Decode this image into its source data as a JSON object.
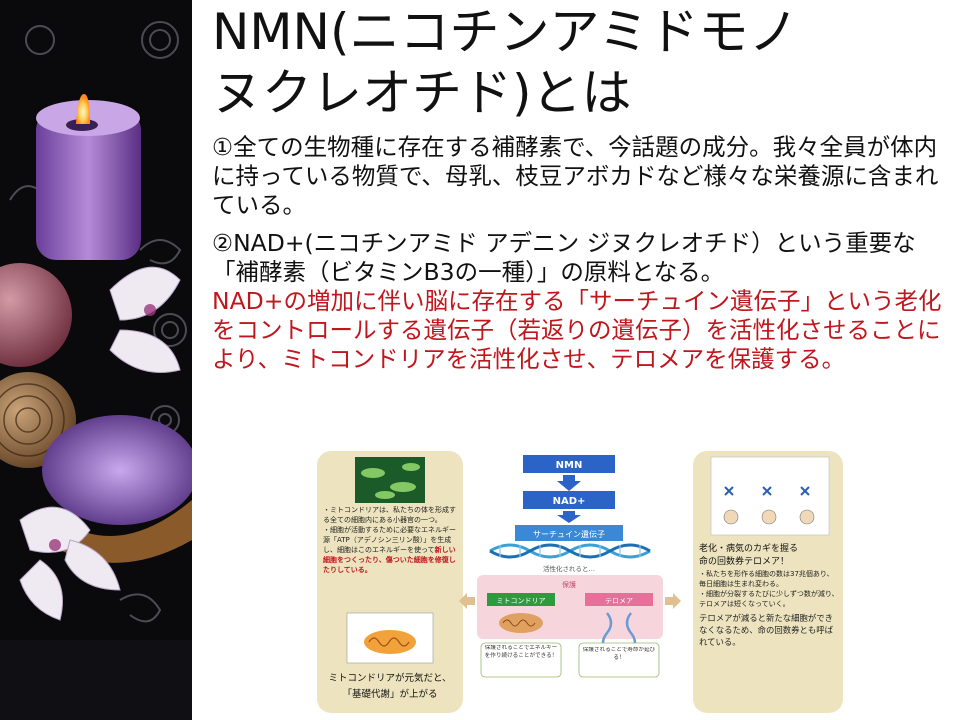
{
  "slide": {
    "title_line1": "NMN(ニコチンアミドモノ",
    "title_line2": "ヌクレオチド)とは",
    "point1": "①全ての生物種に存在する補酵素で、今話題の成分。我々全員が体内に持っている物質で、母乳、枝豆アボカドなど様々な栄養源に含まれている。",
    "point2": "②NAD+(ニコチンアミド アデニン ジヌクレオチド）という重要な「補酵素（ビタミンB3の一種）」の原料となる。",
    "highlight": "NAD+の増加に伴い脳に存在する「サーチュイン遺伝子」という老化をコントロールする遺伝子（若返りの遺伝子）を活性化させることにより、ミトコンドリアを活性化させ、テロメアを保護する。"
  },
  "infographic": {
    "left_panel": {
      "text1": "・ミトコンドリアは、私たちの体を形成する全ての細胞内にある小器官の一つ。",
      "text2": "・細胞が活動するために必要なエネルギー源「ATP（アデノシン三リン酸）」を生成し、細胞はこのエネルギーを使って",
      "text2_red": "新しい細胞をつくったり、傷ついた細胞を修復したりしている。",
      "caption_line1": "ミトコンドリアが元気だと、",
      "caption_line2": "「基礎代謝」が上がる"
    },
    "center": {
      "nmn": "NMN",
      "nad": "NAD+",
      "sirtuin": "サーチュイン遺伝子",
      "activated": "活性化されると…",
      "protect": "保護",
      "mitochondria": "ミトコンドリア",
      "telomere": "テロメア",
      "box_left": "保護されることでエネルギーを作り続けることができる！",
      "box_right": "保護されることで寿命が延びる！"
    },
    "right_panel": {
      "heading_line1": "老化・病気のカギを握る",
      "heading_line2": "命の回数券テロメア！",
      "text1": "・私たちを形作る細胞の数は37兆個あり、毎日細胞は生まれ変わる。",
      "text2": "・細胞が分裂するたびに少しずつ数が減り、テロメアは短くなっていく。",
      "text3": "テロメアが減ると新たな細胞ができなくなるため、命の回数券とも呼ばれている。"
    },
    "colors": {
      "panel_bg": "#ede4bf",
      "blue_box": "#2b63c7",
      "dna": "#3aa0d8",
      "green_label": "#2e9a3e",
      "pink_label": "#e7709a",
      "protect_bg": "#f6d6dc",
      "red_text": "#c0161d"
    }
  }
}
